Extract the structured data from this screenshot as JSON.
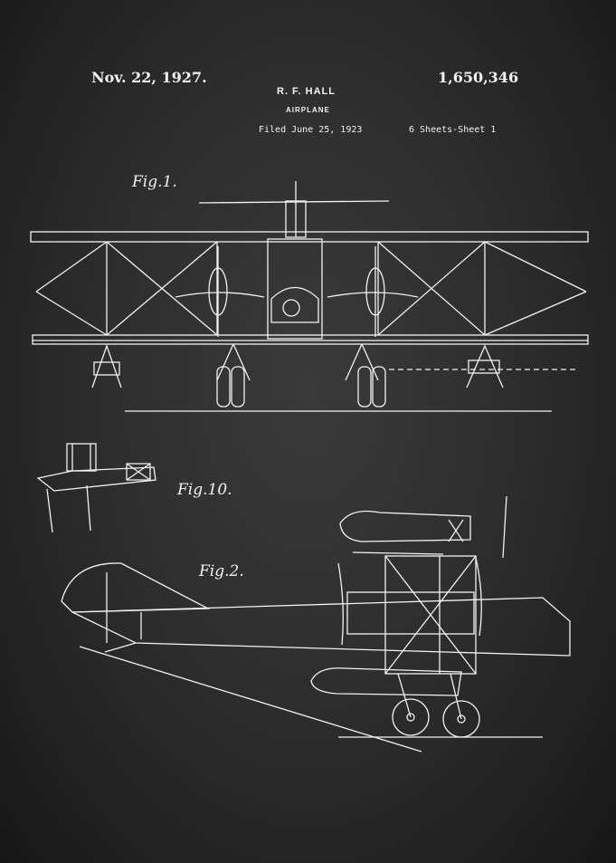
{
  "header": {
    "date": "Nov. 22, 1927.",
    "inventor": "R. F. HALL",
    "patent_number": "1,650,346",
    "title": "AIRPLANE",
    "filed": "Filed June 25, 1923",
    "sheets": "6 Sheets-Sheet 1"
  },
  "figures": {
    "fig1": "Fig.1.",
    "fig10": "Fig.10.",
    "fig2": "Fig.2."
  },
  "colors": {
    "background": "#2e2e2e",
    "ink": "#f2f2f2"
  }
}
